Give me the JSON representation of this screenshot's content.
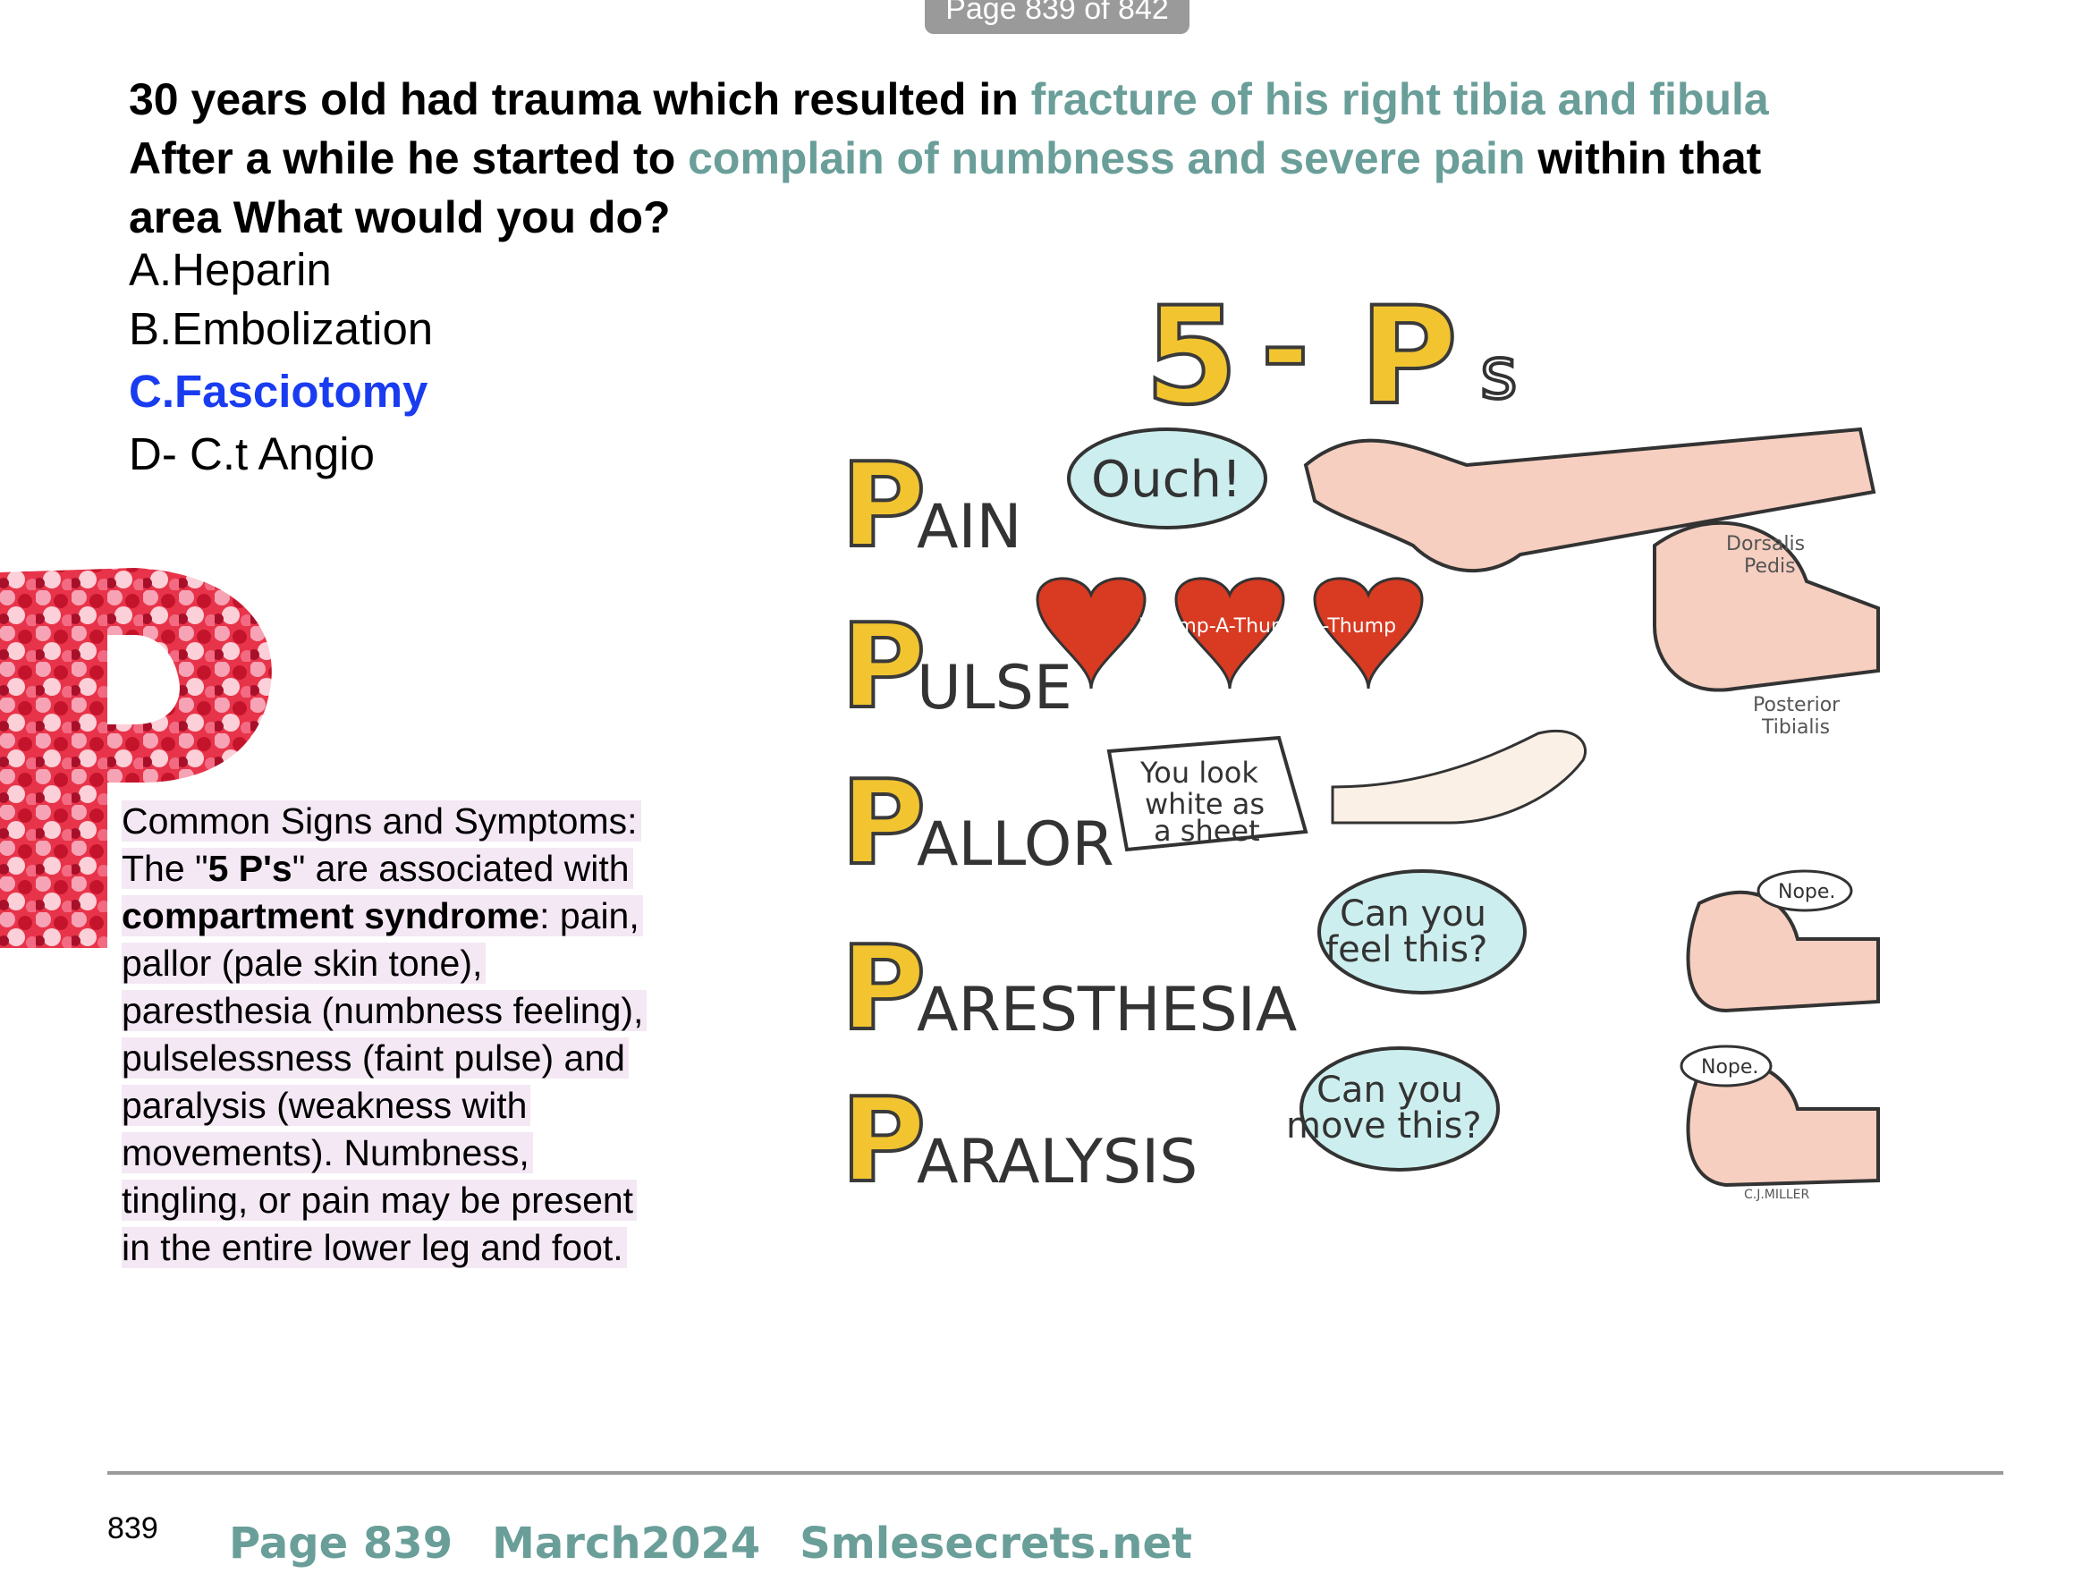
{
  "header": {
    "page_indicator": "Page 839 of 842"
  },
  "question": {
    "part1": "30 years old had trauma which resulted in ",
    "part2": "fracture of his right tibia and fibula",
    "part3": " After a while he started to ",
    "part4": "complain of numbness and severe pain",
    "part5": " within that area What would you do?"
  },
  "options": {
    "a": "A.Heparin",
    "b": "B.Embolization",
    "c": "C.Fasciotomy",
    "d": "D- C.t Angio"
  },
  "note": {
    "line1": "Common Signs and Symptoms:",
    "line2_pre": "The \"",
    "line2_bold": "5 P's",
    "line2_post": "\" are   associated with",
    "line3_bold": "compartment syndrome",
    "line3_post": ": pain,",
    "line4": "pallor (pale skin tone),",
    "line5": "paresthesia (numbness feeling),",
    "line6": "pulselessness (faint pulse) and",
    "line7": "paralysis (weakness with",
    "line8": "movements). Numbness,",
    "line9": "tingling, or pain may be present",
    "line10": "in the entire lower leg and foot."
  },
  "illustration": {
    "title_num": "5",
    "title_dash": "-",
    "title_p": "P",
    "title_s": "s",
    "rows": [
      {
        "initial": "P",
        "rest": "AIN"
      },
      {
        "initial": "P",
        "rest": "ULSE"
      },
      {
        "initial": "P",
        "rest": "ALLOR"
      },
      {
        "initial": "P",
        "rest": "ARESTHESIA"
      },
      {
        "initial": "P",
        "rest": "ARALYSIS"
      }
    ],
    "bubble_ouch": "Ouch!",
    "pulse_text": "Thump-A-Thump-A-Thump",
    "pallor_line1": "You look",
    "pallor_line2": "white as",
    "pallor_line3": "a sheet",
    "feel_line1": "Can you",
    "feel_line2": "feel this?",
    "move_line1": "Can you",
    "move_line2": "move this?",
    "nope1": "Nope.",
    "nope2": "Nope.",
    "dorsalis1": "Dorsalis",
    "dorsalis2": "Pedis",
    "posterior1": "Posterior",
    "posterior2": "Tibialis",
    "signature": "C.J.MILLER"
  },
  "footer": {
    "page_number": "839",
    "page_label": "Page 839",
    "date": "March2024",
    "site": "Smlesecrets.net"
  }
}
